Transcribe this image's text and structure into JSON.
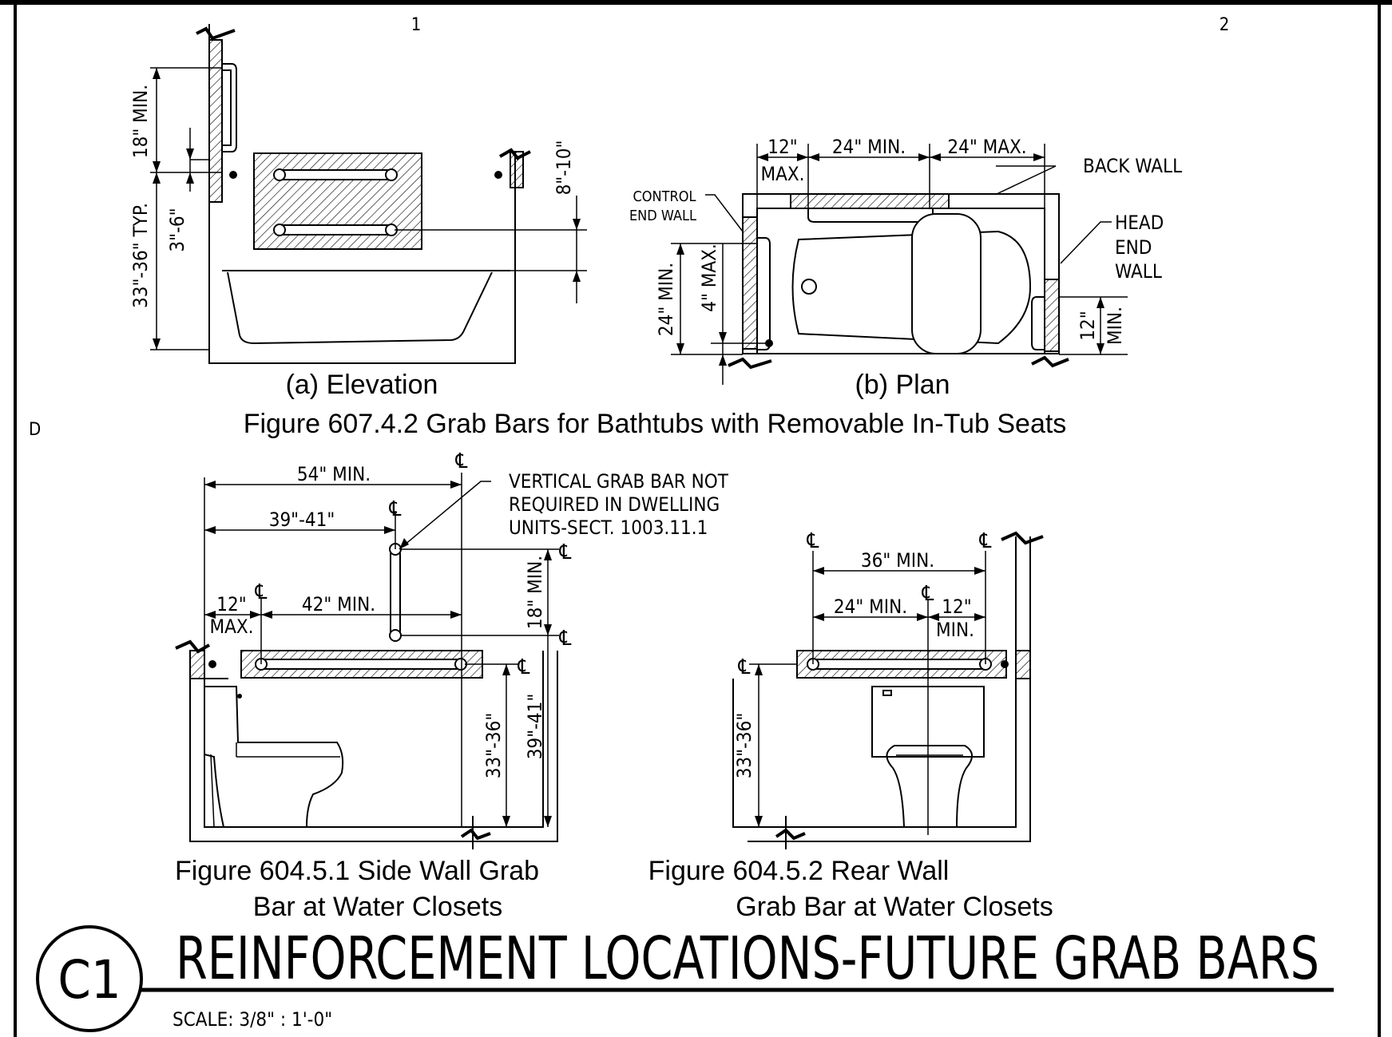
{
  "grid_labels": {
    "col1": "1",
    "col2": "2",
    "row_d": "D"
  },
  "fig_607": {
    "caption": "Figure 607.4.2 Grab Bars for Bathtubs with Removable In-Tub Seats",
    "elevation": {
      "label": "(a) Elevation",
      "dims": {
        "top": "18\" MIN.",
        "mid": "3\"-6\"",
        "height": "33\"-36\" TYP.",
        "right": "8\"-10\""
      }
    },
    "plan": {
      "label": "(b) Plan",
      "dims": {
        "max12": "12\"",
        "max12b": "MAX.",
        "min24": "24\" MIN.",
        "max24": "24\" MAX.",
        "left24": "24\" MIN.",
        "left4": "4\" MAX.",
        "right12": "12\"",
        "right12b": "MIN."
      },
      "notes": {
        "back_wall": "BACK WALL",
        "control1": "CONTROL",
        "control2": "END WALL",
        "head1": "HEAD",
        "head2": "END",
        "head3": "WALL"
      }
    }
  },
  "fig_604_1": {
    "caption1": "Figure 604.5.1 Side Wall Grab",
    "caption2": "Bar at Water Closets",
    "dims": {
      "d54": "54\" MIN.",
      "d39": "39\"-41\"",
      "d12": "12\"",
      "d12b": "MAX.",
      "d42": "42\" MIN.",
      "d18": "18\" MIN.",
      "h33": "33\"-36\"",
      "h39": "39\"-41\""
    },
    "note": [
      "VERTICAL GRAB BAR NOT",
      "REQUIRED IN DWELLING",
      "UNITS-SECT. 1003.11.1"
    ],
    "centerline": "℄"
  },
  "fig_604_2": {
    "caption1": "Figure 604.5.2 Rear Wall",
    "caption2": "Grab Bar at Water Closets",
    "dims": {
      "d36": "36\" MIN.",
      "d24": "24\" MIN.",
      "d12": "12\"",
      "d12b": "MIN.",
      "h33": "33\"-36\""
    }
  },
  "title_block": {
    "detail_id": "C1",
    "title": "REINFORCEMENT LOCATIONS-FUTURE GRAB BARS",
    "scale": "SCALE:  3/8\" :  1'-0\""
  }
}
